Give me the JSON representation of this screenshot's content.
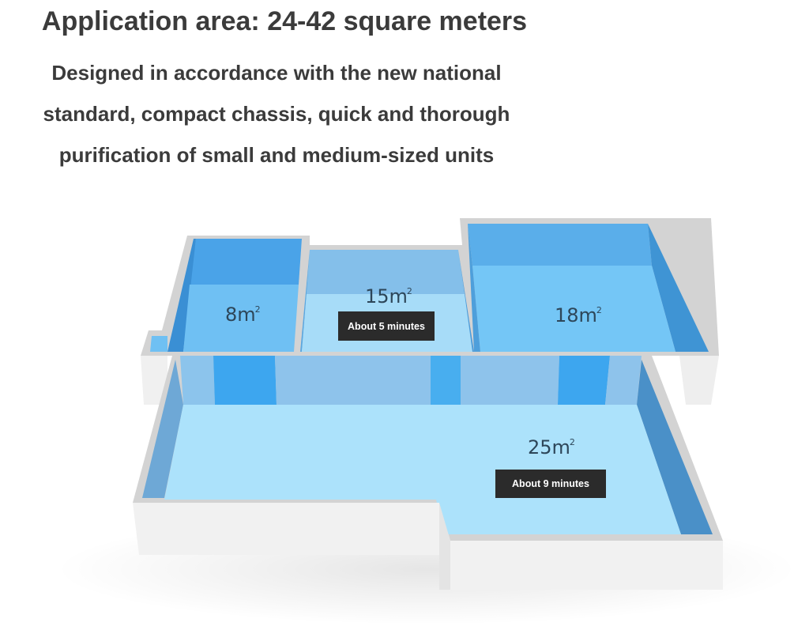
{
  "header": {
    "title": "Application area: 24-42 square meters",
    "description_lines": [
      "Designed in accordance with the new national",
      "standard, compact chassis, quick and thorough",
      "purification of small and medium-sized units"
    ]
  },
  "rooms": {
    "room_small": {
      "area": "8m",
      "unit_sup": "2"
    },
    "room_middle": {
      "area": "15m",
      "unit_sup": "2",
      "time": "About 5 minutes"
    },
    "room_right": {
      "area": "18m",
      "unit_sup": "2"
    },
    "room_large": {
      "area": "25m",
      "unit_sup": "2",
      "time": "About 9 minutes"
    }
  },
  "colors": {
    "wall_top": "#d6d6d6",
    "wall_side": "#efefef",
    "floor": "#a9ddf8",
    "inner_wall_dark": "#3f97d6",
    "inner_wall_light": "#82bce8",
    "badge": "#2b2b2b",
    "text": "#3b3b3b"
  }
}
